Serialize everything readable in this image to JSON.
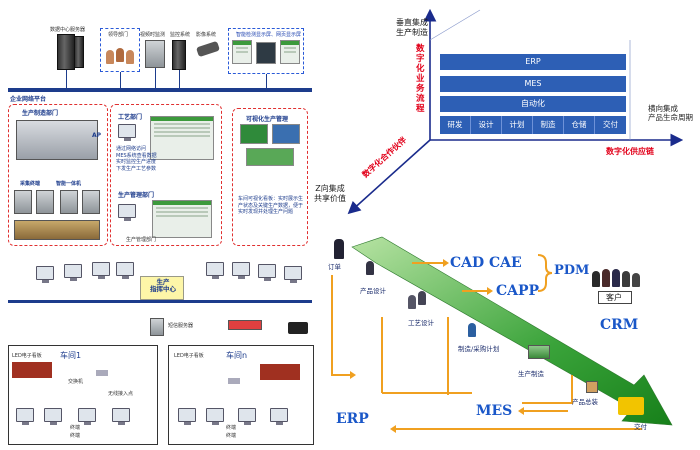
{
  "left_panel": {
    "top_devices": [
      "数据中心服务器",
      "领导部门",
      "视频时监测",
      "监控系统",
      "影像系统",
      "智能检测显示屏、网页显示屏"
    ],
    "enterprise_network": "企业网络平台",
    "production_dept": "生产制造部门",
    "ap_label": "AP",
    "collect_terminal": "采集终端",
    "smart_terminal": "智能一体机",
    "process_dept": "工艺部门",
    "process_desc": "通过网络访问\nMES系统查看数据\n实时监控生产进度\n下发生产工艺参数",
    "prod_mgmt_dept": "生产管理部门",
    "prod_mgmt_desc": "生产管理部门",
    "visual_title": "可视化生产管理",
    "visual_desc": "车间可视化看板：实时展示生产状态及关键生产数据，便于实时发现并处理生产问题",
    "command_center": "生产\n指挥中心",
    "sms_gateway": "短信服务器",
    "workshop1": "车间1",
    "workshopN": "车间n",
    "led_board": "LED电子看板",
    "swap_machine": "交换机",
    "wireless_ap": "无线接入点",
    "terminal_labels": [
      "终端",
      "终端",
      "终端",
      "终端"
    ]
  },
  "top_right": {
    "vertical_axis": "垂直集成\n生产制造",
    "vertical_red": "数\n字\n化\n业\n务\n流\n程",
    "horizontal_axis": "横向集成\n产品生命周期",
    "horizontal_red": "数字化供应链",
    "z_axis": "Z向集成\n共享价值",
    "z_red": "数字化合作伙伴",
    "layers": [
      "ERP",
      "MES",
      "自动化"
    ],
    "bottom_cells": [
      "研发",
      "设计",
      "计划",
      "制造",
      "仓储",
      "交付"
    ]
  },
  "bottom_right": {
    "order": "订单",
    "product_design": "产品设计",
    "process_design": "工艺设计",
    "mfg_plan": "制造/采购计划",
    "production": "生产制造",
    "assembly": "产品总装",
    "delivery": "交付",
    "cad_cae": "CAD CAE",
    "capp": "CAPP",
    "pdm": "PDM",
    "customer": "客户",
    "crm": "CRM",
    "erp": "ERP",
    "mes": "MES"
  },
  "colors": {
    "stack_blue": "#2d5fb5",
    "accent_red": "#e2001a",
    "flow_blue": "#1a57c8",
    "arrow_orange": "#f0a020",
    "arrow_green": "#2e9e2e"
  }
}
